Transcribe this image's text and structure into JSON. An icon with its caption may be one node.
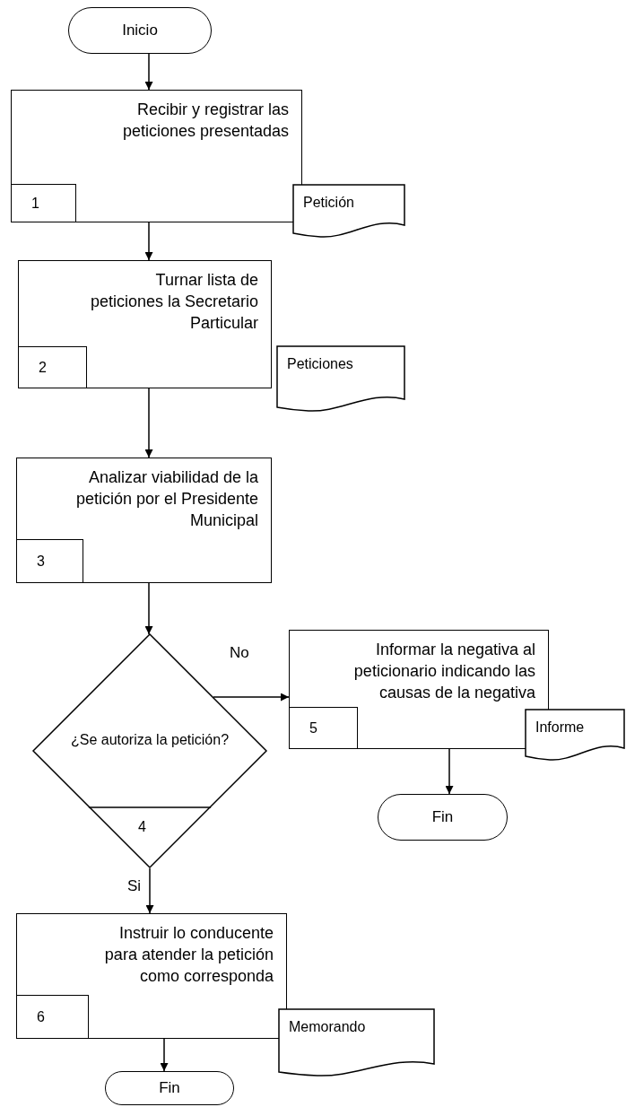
{
  "diagram": {
    "nodes": [
      {
        "text": [
          "Inicio"
        ]
      },
      {
        "text": [
          "Recibir y registrar las peticiones presentadas"
        ]
      },
      {
        "text": [
          "1"
        ],
        "in": 1
      },
      {
        "text": [
          "Petición"
        ]
      },
      {
        "text": [
          "Turnar lista de peticiones la Secretario Particular"
        ]
      },
      {
        "text": [
          "2"
        ],
        "in": 4
      },
      {
        "text": [
          "Peticiones"
        ]
      },
      {
        "text": [
          "Analizar viabilidad de la petición por el Presidente Municipal"
        ]
      },
      {
        "text": [
          "3"
        ],
        "in": 7
      },
      {
        "text": [
          "¿Se autoriza la petición?",
          "4"
        ]
      },
      {
        "text": [
          "Informar la negativa al peticionario indicando las causas de la negativa"
        ]
      },
      {
        "text": [
          "5"
        ],
        "in": 10
      },
      {
        "text": [
          "Informe"
        ]
      },
      {
        "text": [
          "Fin"
        ]
      },
      {
        "text": [
          "Instruir lo conducente para atender la petición como corresponda"
        ]
      },
      {
        "text": [
          "6"
        ],
        "in": 14
      },
      {
        "text": [
          "Memorando"
        ]
      },
      {
        "text": [
          "Fin"
        ]
      }
    ],
    "edges": [
      {
        "from": 0,
        "to": 1,
        "arrow": "to"
      },
      {
        "from": 1,
        "to": 4,
        "arrow": "to"
      },
      {
        "from": 4,
        "to": 7,
        "arrow": "to"
      },
      {
        "from": 7,
        "to": 9,
        "arrow": "to"
      },
      {
        "from": 9,
        "to": 10,
        "arrow": "to",
        "label": "No"
      },
      {
        "from": 10,
        "to": 13,
        "arrow": "to"
      },
      {
        "from": 9,
        "to": 14,
        "arrow": "to",
        "label": "Si"
      },
      {
        "from": 14,
        "to": 17,
        "arrow": "to"
      }
    ]
  }
}
